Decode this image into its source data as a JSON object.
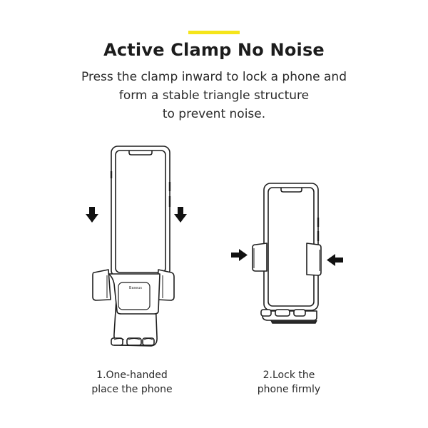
{
  "header": {
    "accent_color": "#f5e51b",
    "title": "Active Clamp No Noise",
    "description_lines": [
      "Press the clamp inward to lock a phone and",
      "form a stable triangle structure",
      "to prevent noise."
    ]
  },
  "steps": [
    {
      "caption_lines": [
        "1.One-handed",
        "place the phone"
      ],
      "brand_text": "Baseus",
      "arrow_icons": [
        "arrow-down-icon",
        "arrow-down-icon"
      ]
    },
    {
      "caption_lines": [
        "2.Lock the",
        "phone firmly"
      ],
      "arrow_icons": [
        "arrow-right-icon",
        "arrow-left-icon"
      ]
    }
  ]
}
